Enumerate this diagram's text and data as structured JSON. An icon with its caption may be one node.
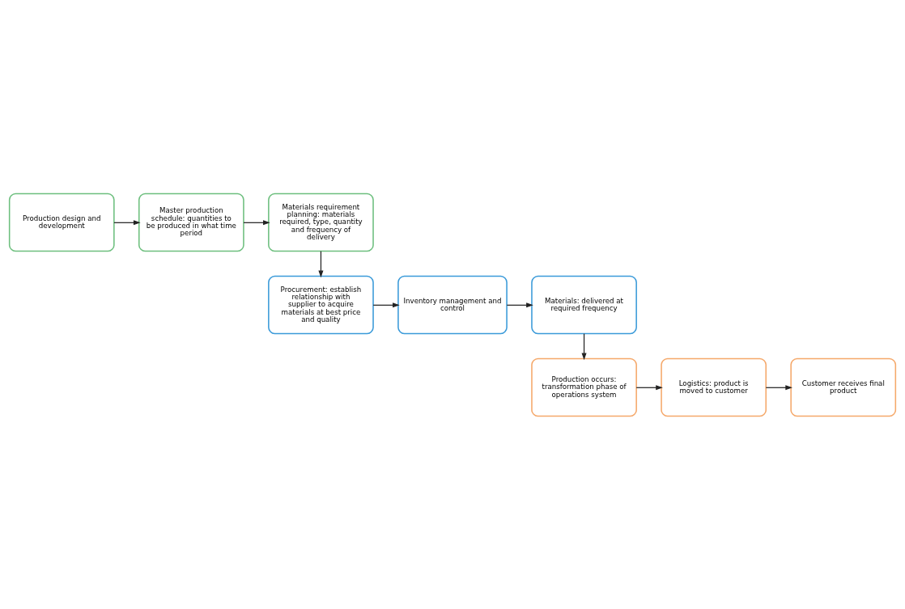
{
  "diagram": {
    "nodes": [
      {
        "text": [
          "Production design and development"
        ]
      },
      {
        "text": [
          "Master production schedule: quantities to be produced in what time period"
        ]
      },
      {
        "text": [
          "Materials requirement planning: materials required, type, quantity and frequency of delivery"
        ]
      },
      {
        "text": [
          "Procurement: establish relationship with supplier to acquire materials at best price and quality"
        ]
      },
      {
        "text": [
          "Inventory management and control"
        ]
      },
      {
        "text": [
          "Materials: delivered at required frequency"
        ]
      },
      {
        "text": [
          "Production occurs: transformation phase of operations system"
        ]
      },
      {
        "text": [
          "Logistics: product is moved to customer"
        ]
      },
      {
        "text": [
          "Customer receives final product"
        ]
      }
    ],
    "edges": [
      {
        "from": 0,
        "to": 1,
        "arrow": "to"
      },
      {
        "from": 1,
        "to": 2,
        "arrow": "to"
      },
      {
        "from": 2,
        "to": 3,
        "arrow": "to"
      },
      {
        "from": 3,
        "to": 4,
        "arrow": "to"
      },
      {
        "from": 4,
        "to": 5,
        "arrow": "to"
      },
      {
        "from": 5,
        "to": 6,
        "arrow": "to"
      },
      {
        "from": 6,
        "to": 7,
        "arrow": "to"
      },
      {
        "from": 7,
        "to": 8,
        "arrow": "to"
      }
    ]
  }
}
